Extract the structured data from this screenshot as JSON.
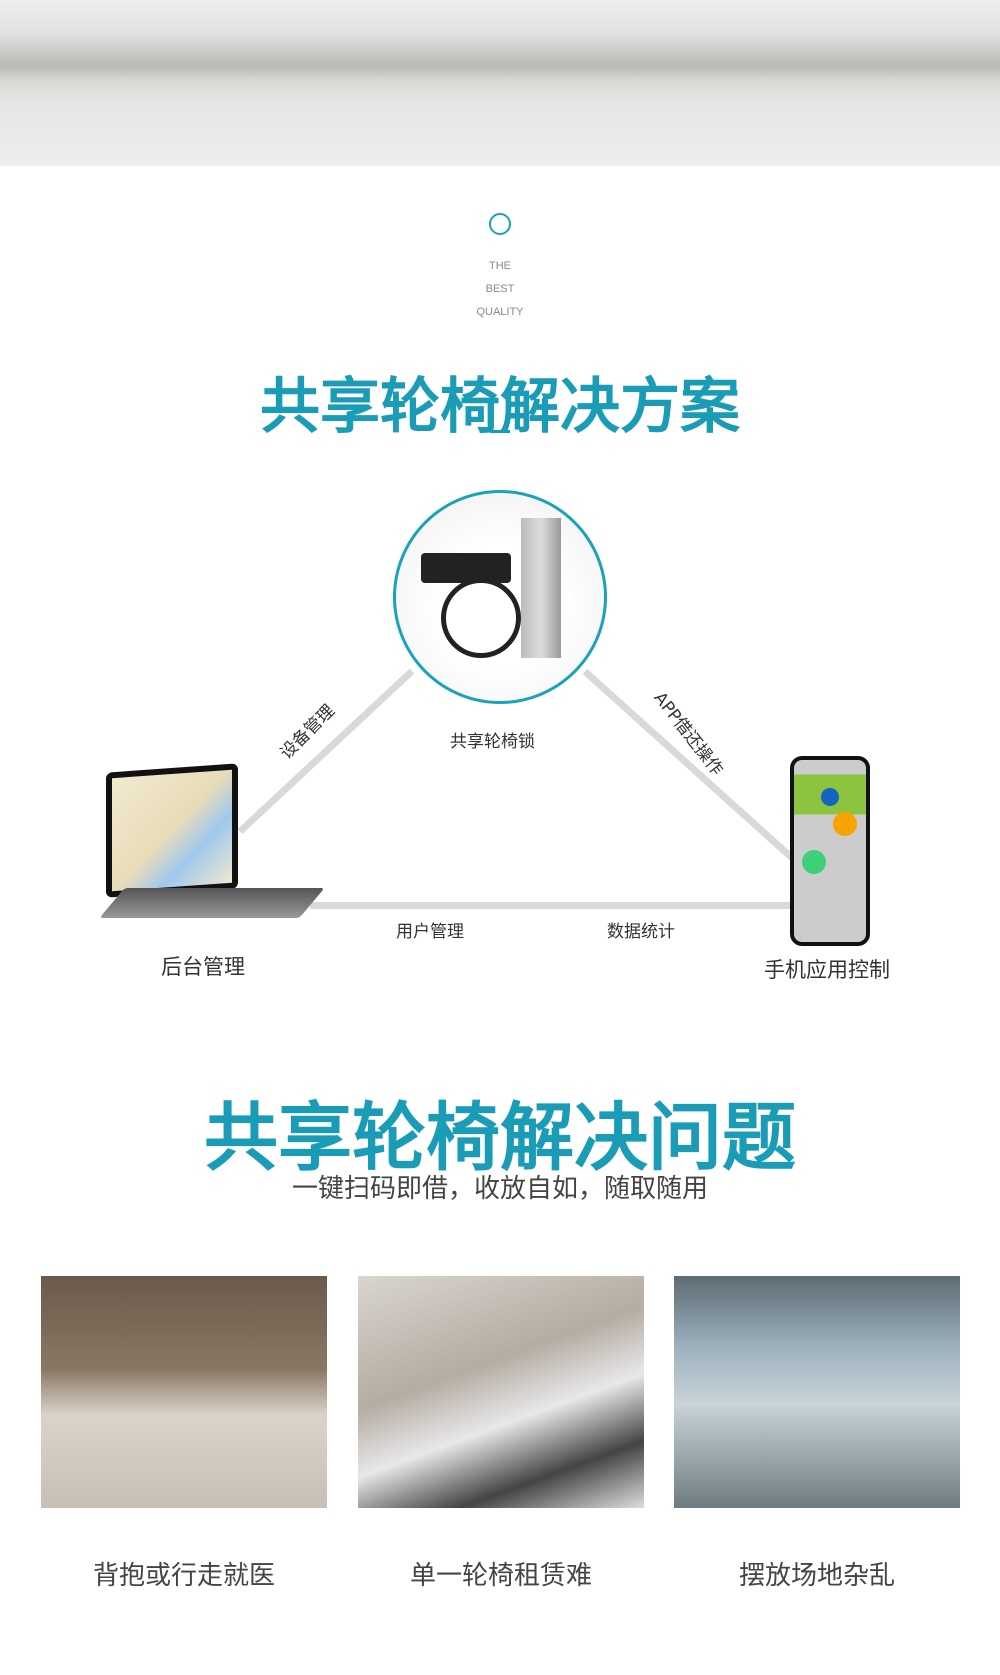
{
  "header": {
    "tagline": [
      "THE",
      "BEST",
      "QUALITY"
    ],
    "title": "共享轮椅解决方案"
  },
  "diagram": {
    "center": "共享轮椅锁",
    "left_edge": "设备管理",
    "right_edge": "APP借还操作",
    "bottom_left": "用户管理",
    "bottom_right": "数据统计",
    "laptop_label": "后台管理",
    "phone_label": "手机应用控制"
  },
  "problems": {
    "title": "共享轮椅解决问题",
    "subtitle": "一键扫码即借，收放自如，随取随用",
    "items": [
      {
        "caption": "背抱或行走就医"
      },
      {
        "caption": "单一轮椅租赁难"
      },
      {
        "caption": "摆放场地杂乱"
      }
    ]
  },
  "colors": {
    "accent": "#1a9cb7"
  }
}
